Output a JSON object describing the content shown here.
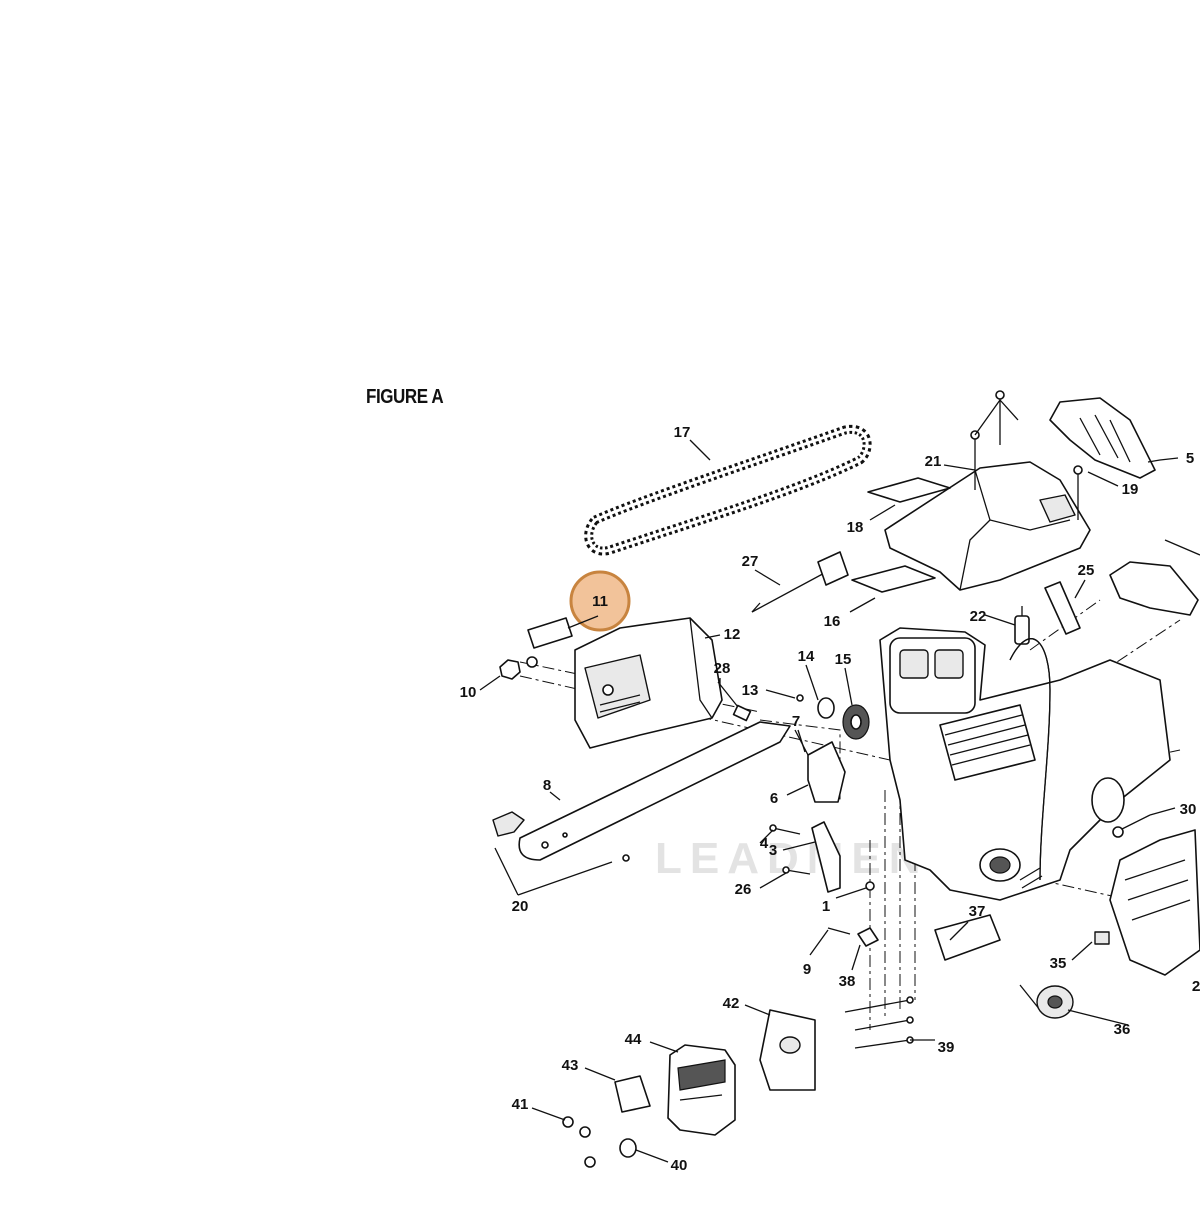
{
  "figure": {
    "title": "FIGURE A"
  },
  "watermark": "LEADMENT",
  "highlight": {
    "label": "11",
    "fill": "#f2c39a",
    "stroke": "#c8843f"
  },
  "labels": {
    "l1": "1",
    "l2": "2",
    "l3": "3",
    "l4": "4",
    "l5": "5",
    "l6": "6",
    "l7": "7",
    "l8": "8",
    "l9": "9",
    "l10": "10",
    "l12": "12",
    "l13": "13",
    "l14": "14",
    "l15": "15",
    "l16": "16",
    "l17": "17",
    "l18": "18",
    "l19": "19",
    "l20": "20",
    "l21": "21",
    "l22": "22",
    "l25": "25",
    "l26": "26",
    "l27": "27",
    "l28": "28",
    "l30": "30",
    "l35": "35",
    "l36": "36",
    "l37": "37",
    "l38": "38",
    "l39": "39",
    "l40": "40",
    "l41": "41",
    "l42": "42",
    "l43": "43",
    "l44": "44"
  }
}
